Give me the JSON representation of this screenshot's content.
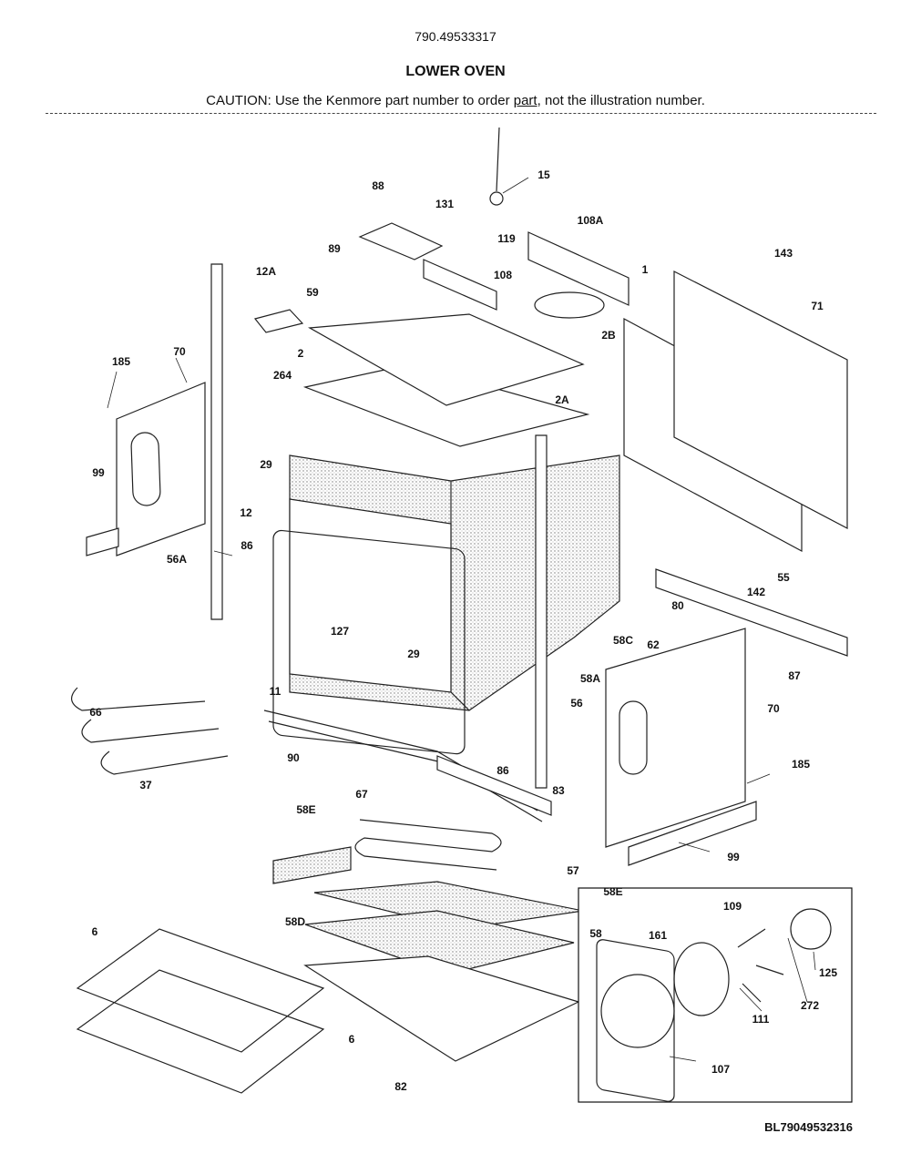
{
  "header": {
    "model_number": "790.49533317",
    "title": "LOWER OVEN",
    "caution_prefix": "CAUTION: Use the Kenmore part number to order ",
    "caution_link": "part",
    "caution_suffix": ", not the illustration number."
  },
  "callouts": [
    "15",
    "88",
    "131",
    "119",
    "108A",
    "108",
    "1",
    "143",
    "71",
    "89",
    "12A",
    "59",
    "2B",
    "2",
    "264",
    "2A",
    "185",
    "70",
    "99",
    "29",
    "12",
    "86",
    "56A",
    "127",
    "29",
    "11",
    "66",
    "37",
    "90",
    "86",
    "83",
    "67",
    "58E",
    "57",
    "58E",
    "58D",
    "58",
    "6",
    "6",
    "82",
    "58C",
    "62",
    "80",
    "142",
    "55",
    "87",
    "58A",
    "56",
    "70",
    "185",
    "99",
    "109",
    "161",
    "125",
    "272",
    "111",
    "107"
  ],
  "footer": {
    "diagram_code": "BL79049532316"
  }
}
